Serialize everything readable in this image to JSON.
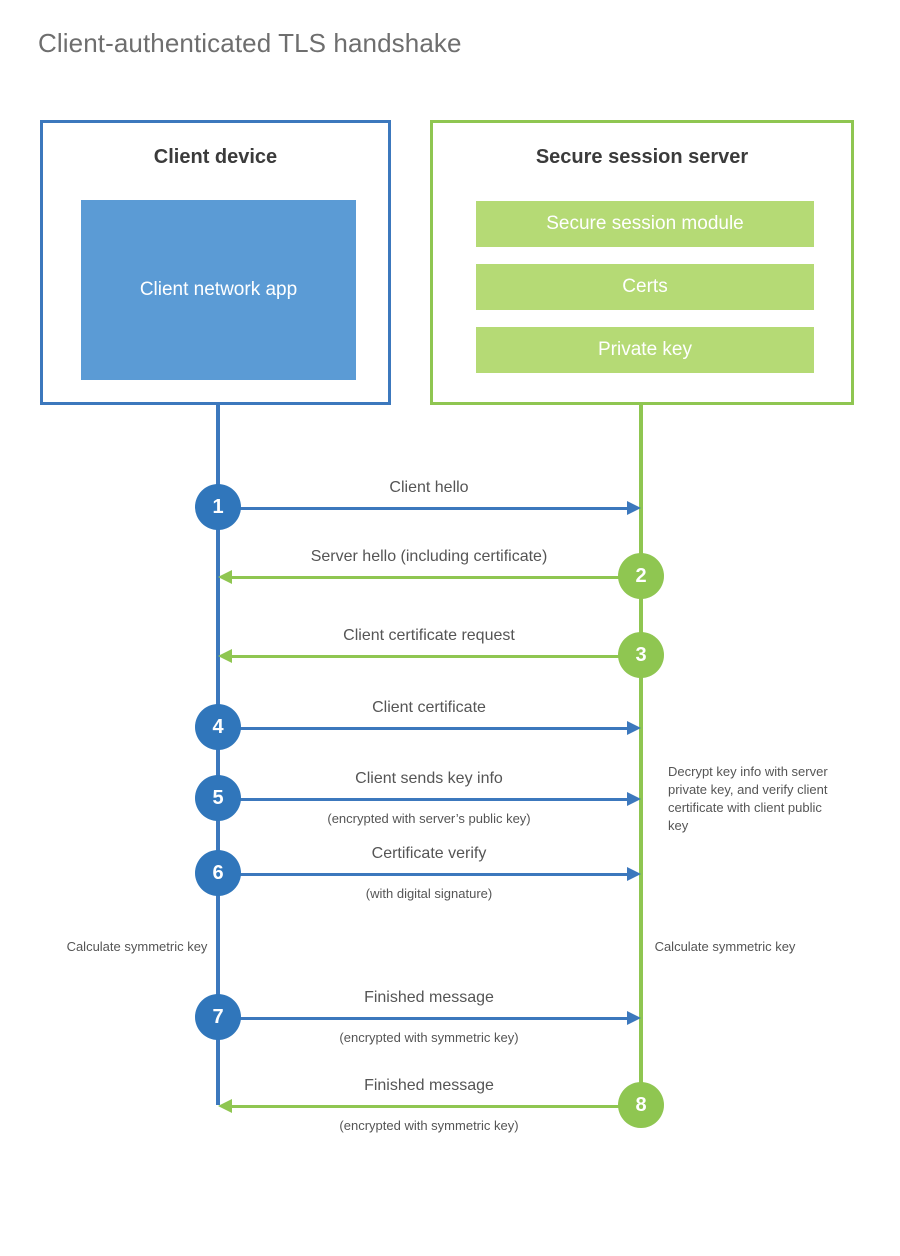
{
  "title": "Client-authenticated TLS handshake",
  "colors": {
    "client_accent": "#3c78bd",
    "client_fill": "#5b9bd5",
    "client_circle": "#3076bb",
    "server_accent": "#8fc651",
    "server_fill": "#b5da75",
    "title_text": "#6e6e6e",
    "body_text": "#555555",
    "heading_text": "#3b3b3b",
    "background": "#ffffff"
  },
  "client": {
    "title": "Client device",
    "app_label": "Client network app"
  },
  "server": {
    "title": "Secure session server",
    "bars": [
      "Secure session module",
      "Certs",
      "Private key"
    ]
  },
  "messages": [
    {
      "number": "1",
      "label": "Client hello",
      "sublabel": "",
      "direction": "client-to-server",
      "origin": "client"
    },
    {
      "number": "2",
      "label": "Server hello (including certificate)",
      "sublabel": "",
      "direction": "server-to-client",
      "origin": "server"
    },
    {
      "number": "3",
      "label": "Client certificate request",
      "sublabel": "",
      "direction": "server-to-client",
      "origin": "server"
    },
    {
      "number": "4",
      "label": "Client certificate",
      "sublabel": "",
      "direction": "client-to-server",
      "origin": "client"
    },
    {
      "number": "5",
      "label": "Client sends key info",
      "sublabel": "(encrypted with server’s public key)",
      "direction": "client-to-server",
      "origin": "client"
    },
    {
      "number": "6",
      "label": "Certificate verify",
      "sublabel": "(with digital signature)",
      "direction": "client-to-server",
      "origin": "client"
    },
    {
      "number": "7",
      "label": "Finished message",
      "sublabel": "(encrypted with symmetric key)",
      "direction": "client-to-server",
      "origin": "client"
    },
    {
      "number": "8",
      "label": "Finished message",
      "sublabel": "(encrypted with symmetric key)",
      "direction": "server-to-client",
      "origin": "server"
    }
  ],
  "annotations": {
    "server_decrypt": "Decrypt key info with server private key, and verify client certificate with client public key",
    "client_calculate": "Calculate symmetric key",
    "server_calculate": "Calculate symmetric key"
  }
}
